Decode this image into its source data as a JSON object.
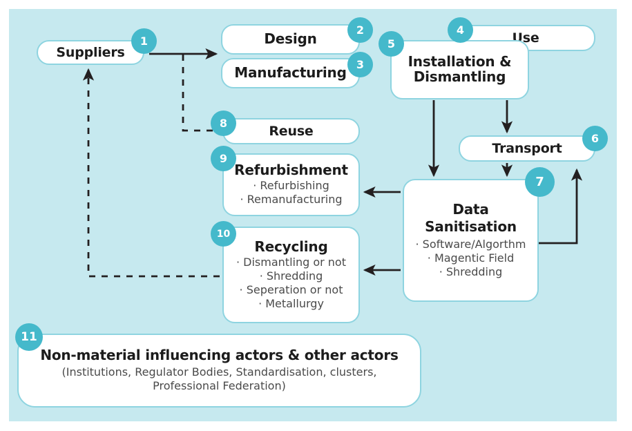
{
  "diagram": {
    "background_color": "#c6e9ef",
    "node_fill": "#ffffff",
    "node_border": "#8ed4e0",
    "badge_color": "#45b9cb",
    "arrow_color": "#231f20"
  },
  "nodes": {
    "suppliers": {
      "badge": "1",
      "title": "Suppliers",
      "sub": []
    },
    "design": {
      "badge": "2",
      "title": "Design",
      "sub": []
    },
    "manufacturing": {
      "badge": "3",
      "title": "Manufacturing",
      "sub": []
    },
    "use": {
      "badge": "4",
      "title": "Use",
      "sub": []
    },
    "installation": {
      "badge": "5",
      "title_line1": "Installation &",
      "title_line2": "Dismantling"
    },
    "transport": {
      "badge": "6",
      "title": "Transport",
      "sub": []
    },
    "sanitisation": {
      "badge": "7",
      "title_line1": "Data",
      "title_line2": "Sanitisation",
      "sub": [
        "· Software/Algorthm",
        "· Magentic Field",
        "· Shredding"
      ]
    },
    "reuse": {
      "badge": "8",
      "title": "Reuse",
      "sub": []
    },
    "refurbishment": {
      "badge": "9",
      "title": "Refurbishment",
      "sub": [
        "· Refurbishing",
        "· Remanufacturing"
      ]
    },
    "recycling": {
      "badge": "10",
      "title": "Recycling",
      "sub": [
        "· Dismantling or not",
        "· Shredding",
        "· Seperation or not",
        "· Metallurgy"
      ]
    },
    "actors": {
      "badge": "11",
      "title": "Non-material influencing actors & other actors",
      "sub_line1": "(Institutions, Regulator Bodies, Standardisation, clusters,",
      "sub_line2": "Professional Federation)"
    }
  },
  "connections": [
    {
      "name": "suppliers-to-design",
      "style": "solid",
      "from": "suppliers",
      "to": "design"
    },
    {
      "name": "suppliers-to-reuse-branch",
      "style": "dashed",
      "from": "suppliers",
      "to": "reuse"
    },
    {
      "name": "installation-to-sanitisation",
      "style": "solid",
      "from": "installation",
      "to": "sanitisation"
    },
    {
      "name": "installation-to-transport",
      "style": "solid",
      "from": "installation",
      "to": "transport"
    },
    {
      "name": "transport-to-sanitisation",
      "style": "solid",
      "from": "transport",
      "to": "sanitisation"
    },
    {
      "name": "sanitisation-to-refurbishment",
      "style": "solid",
      "from": "sanitisation",
      "to": "refurbishment"
    },
    {
      "name": "sanitisation-to-recycling",
      "style": "solid",
      "from": "sanitisation",
      "to": "recycling"
    },
    {
      "name": "sanitisation-to-transport-loop",
      "style": "solid",
      "from": "sanitisation",
      "to": "transport"
    },
    {
      "name": "recycling-to-suppliers",
      "style": "dashed",
      "from": "recycling",
      "to": "suppliers"
    }
  ]
}
